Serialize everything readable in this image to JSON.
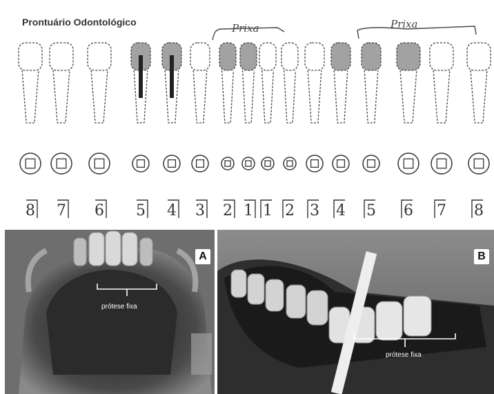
{
  "chart_title": "Prontuário Odontológico",
  "annotations": {
    "upper_left": "Prixa",
    "upper_right": "Prixa"
  },
  "tooth_numbers": [
    "8",
    "7",
    "6",
    "5",
    "4",
    "3",
    "2",
    "1",
    "1",
    "2",
    "3",
    "4",
    "5",
    "6",
    "7",
    "8"
  ],
  "panels": {
    "a": {
      "label": "A",
      "caption": "prótese fixa"
    },
    "b": {
      "label": "B",
      "caption": "prótese fixa"
    }
  }
}
